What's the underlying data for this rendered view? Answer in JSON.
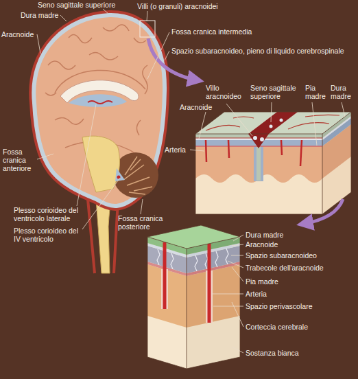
{
  "diagram": {
    "labels": [
      "Seno sagittale superiore",
      "Dura madre",
      "Villi (o granuli) aracnoidei",
      "Aracnoide",
      "Fossa cranica intermedia",
      "Spazio subaracnoideo, pieno di liquido cerebrospinale",
      "Fossa cranica anteriore",
      "Plesso corioideo del ventricolo laterale",
      "Plesso corioideo del IV ventricolo",
      "Fossa cranica posteriore",
      "Villo aracnoideo",
      "Seno sagittale superiore",
      "Aracnoide",
      "Pia madre",
      "Dura madre",
      "Arteria",
      "Dura madre",
      "Aracnoide",
      "Spazio subaracnoideo",
      "Trabecole dell'aracnoide",
      "Pia madre",
      "Arteria",
      "Spazio perivascolare",
      "Corteccia cerebrale",
      "Sostanza bianca"
    ]
  }
}
